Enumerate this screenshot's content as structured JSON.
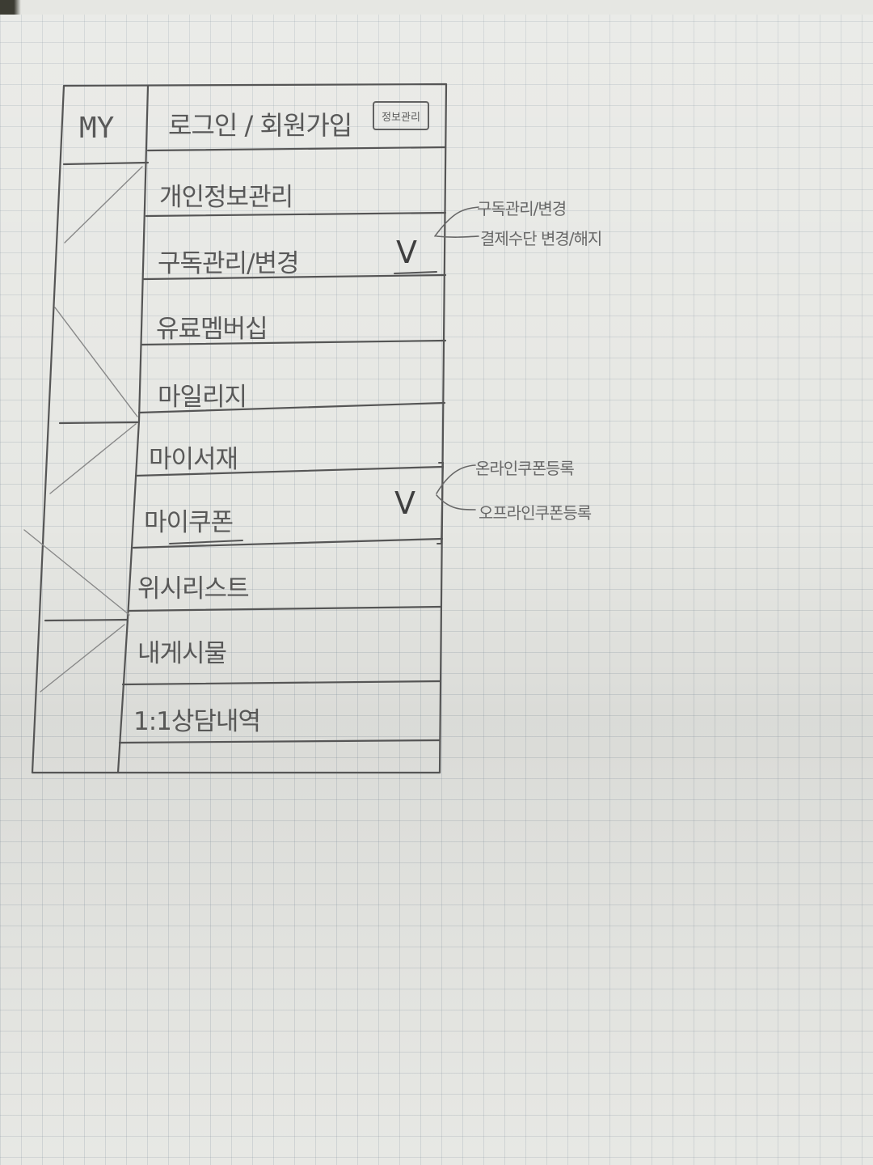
{
  "header": {
    "my_label": "MY",
    "login_label": "로그인 / 회원가입",
    "badge_label": "정보관리"
  },
  "menu": [
    {
      "label": "개인정보관리",
      "checked": false
    },
    {
      "label": "구독관리/변경",
      "checked": true
    },
    {
      "label": "유료멤버십",
      "checked": false
    },
    {
      "label": "마일리지",
      "checked": false
    },
    {
      "label": "마이서재",
      "checked": false
    },
    {
      "label": "마이쿠폰",
      "checked": true
    },
    {
      "label": "위시리스트",
      "checked": false
    },
    {
      "label": "내게시물",
      "checked": false
    },
    {
      "label": "1:1상담내역",
      "checked": false
    }
  ],
  "check_mark": "V",
  "notes": {
    "subscription": [
      "구독관리/변경",
      "결제수단 변경/해지"
    ],
    "coupon": [
      "온라인쿠폰등록",
      "오프라인쿠폰등록"
    ]
  }
}
